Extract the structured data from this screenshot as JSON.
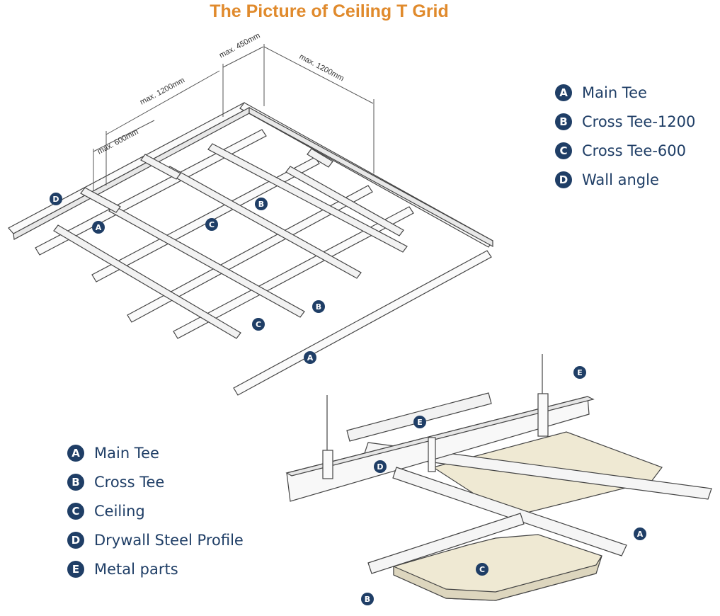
{
  "title": "The Picture of Ceiling T Grid",
  "colors": {
    "title": "#e08a2c",
    "badge": "#1f3e66",
    "legend_text": "#1f3e66",
    "line": "#444444",
    "board": "#efe9d3"
  },
  "dimensions": {
    "max_1200_left": "max. 1200mm",
    "max_600": "max. 600mm",
    "max_450": "max. 450mm",
    "max_1200_right": "max. 1200mm"
  },
  "legend_top": [
    {
      "letter": "A",
      "label": "Main Tee"
    },
    {
      "letter": "B",
      "label": "Cross Tee-1200"
    },
    {
      "letter": "C",
      "label": "Cross Tee-600"
    },
    {
      "letter": "D",
      "label": "Wall angle"
    }
  ],
  "legend_bottom": [
    {
      "letter": "A",
      "label": "Main Tee"
    },
    {
      "letter": "B",
      "label": "Cross Tee"
    },
    {
      "letter": "C",
      "label": "Ceiling"
    },
    {
      "letter": "D",
      "label": "Drywall Steel Profile"
    },
    {
      "letter": "E",
      "label": "Metal parts"
    }
  ],
  "markers": {
    "grid_d": "D",
    "grid_a1": "A",
    "grid_c1": "C",
    "grid_b1": "B",
    "grid_b2": "B",
    "grid_c2": "C",
    "grid_a2": "A",
    "det_e1": "E",
    "det_e2": "E",
    "det_d": "D",
    "det_a": "A",
    "det_c": "C",
    "det_b": "B"
  }
}
